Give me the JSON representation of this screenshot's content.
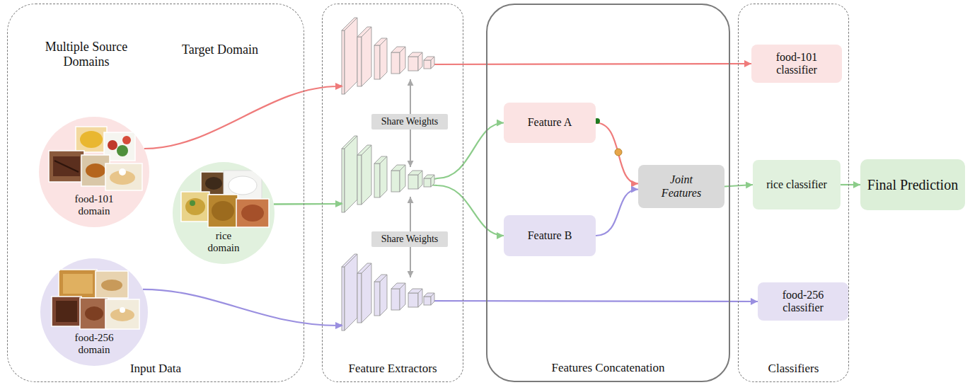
{
  "diagram": {
    "nodes": [
      {
        "text": [
          "Input Data"
        ]
      },
      {
        "text": [
          "food-101 domain"
        ],
        "in": 0
      },
      {
        "text": [
          "rice domain"
        ],
        "in": 0
      },
      {
        "text": [
          "food-256 domain"
        ],
        "in": 0
      },
      {
        "text": [
          "Feature Extractors"
        ]
      },
      {
        "text": [
          "Share Weights"
        ],
        "in": 4
      },
      {
        "text": [
          "Share Weights"
        ],
        "in": 4
      },
      {
        "text": [
          "Features Concatenation"
        ]
      },
      {
        "text": [
          "Feature A"
        ],
        "in": 7
      },
      {
        "text": [
          "Feature B"
        ],
        "in": 7
      },
      {
        "text": [
          "Joint Features"
        ],
        "in": 7
      },
      {
        "text": [
          "Classifiers"
        ]
      },
      {
        "text": [
          "food-101 classifier"
        ],
        "in": 11
      },
      {
        "text": [
          "rice classifier"
        ],
        "in": 11
      },
      {
        "text": [
          "food-256 classifier"
        ],
        "in": 11
      },
      {
        "text": [
          "Final Prediction"
        ]
      }
    ],
    "edges": [
      {
        "from": 1,
        "to": 12,
        "arrow": "to"
      },
      {
        "from": 2,
        "to": 8,
        "arrow": "to"
      },
      {
        "from": 2,
        "to": 9,
        "arrow": "to"
      },
      {
        "from": 3,
        "to": 14,
        "arrow": "to"
      },
      {
        "from": 8,
        "to": 10,
        "arrow": "to"
      },
      {
        "from": 9,
        "to": 10,
        "arrow": "to"
      },
      {
        "from": 10,
        "to": 13,
        "arrow": "to"
      },
      {
        "from": 13,
        "to": 15,
        "arrow": "to"
      }
    ],
    "labels": [
      "Multiple Source Domains",
      "Target Domain"
    ]
  }
}
